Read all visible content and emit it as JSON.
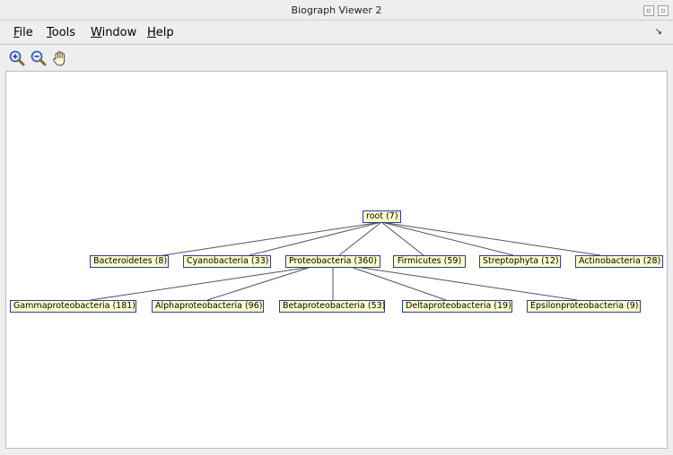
{
  "window": {
    "title": "Biograph Viewer 2",
    "controls": [
      "▫",
      "▫"
    ]
  },
  "menubar": {
    "items": [
      {
        "mnemonic": "F",
        "rest": "ile"
      },
      {
        "mnemonic": "T",
        "rest": "ools"
      },
      {
        "mnemonic": "W",
        "rest": "indow"
      },
      {
        "mnemonic": "H",
        "rest": "elp"
      }
    ],
    "dock_arrow": "↘"
  },
  "toolbar": {
    "tools": [
      "zoom-in-icon",
      "zoom-out-icon",
      "pan-hand-icon"
    ]
  },
  "graph": {
    "root": "root (7)",
    "level1": [
      "Bacteroidetes (8)",
      "Cyanobacteria (33)",
      "Proteobacteria (360)",
      "Firmicutes (59)",
      "Streptophyta (12)",
      "Actinobacteria (28)"
    ],
    "level2": [
      "Gammaproteobacteria (181)",
      "Alphaproteobacteria (96)",
      "Betaproteobacteria (53)",
      "Deltaproteobacteria (19)",
      "Epsilonproteobacteria (9)"
    ]
  },
  "colors": {
    "node_fill": "#ffffcc",
    "node_border": "#2b3b9c",
    "edge": "#555555"
  }
}
